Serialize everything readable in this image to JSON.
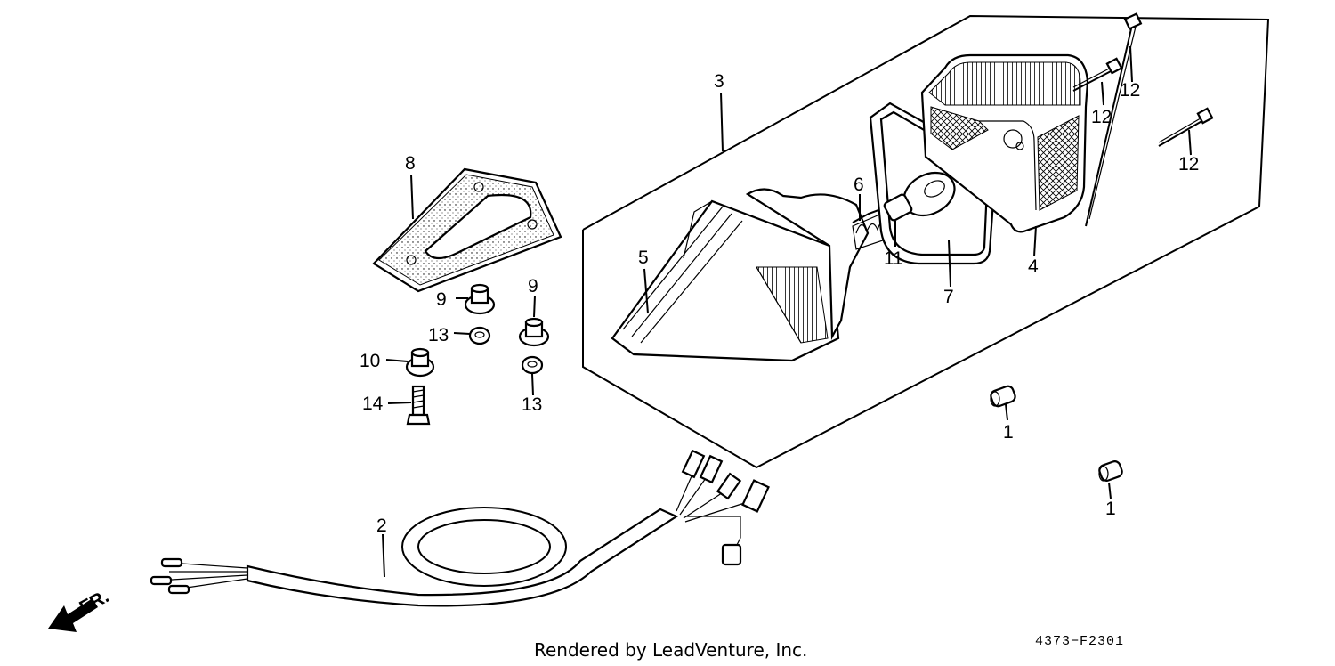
{
  "diagram": {
    "labels": {
      "p1a": "1",
      "p1b": "1",
      "p2": "2",
      "p3": "3",
      "p4": "4",
      "p5": "5",
      "p6": "6",
      "p7": "7",
      "p8": "8",
      "p9a": "9",
      "p9b": "9",
      "p10": "10",
      "p11": "11",
      "p12a": "12",
      "p12b": "12",
      "p12c": "12",
      "p13a": "13",
      "p13b": "13",
      "p14": "14"
    },
    "direction_marker": "FR.",
    "footer": "Rendered by LeadVenture, Inc.",
    "diagram_code": "4373−F2301"
  }
}
